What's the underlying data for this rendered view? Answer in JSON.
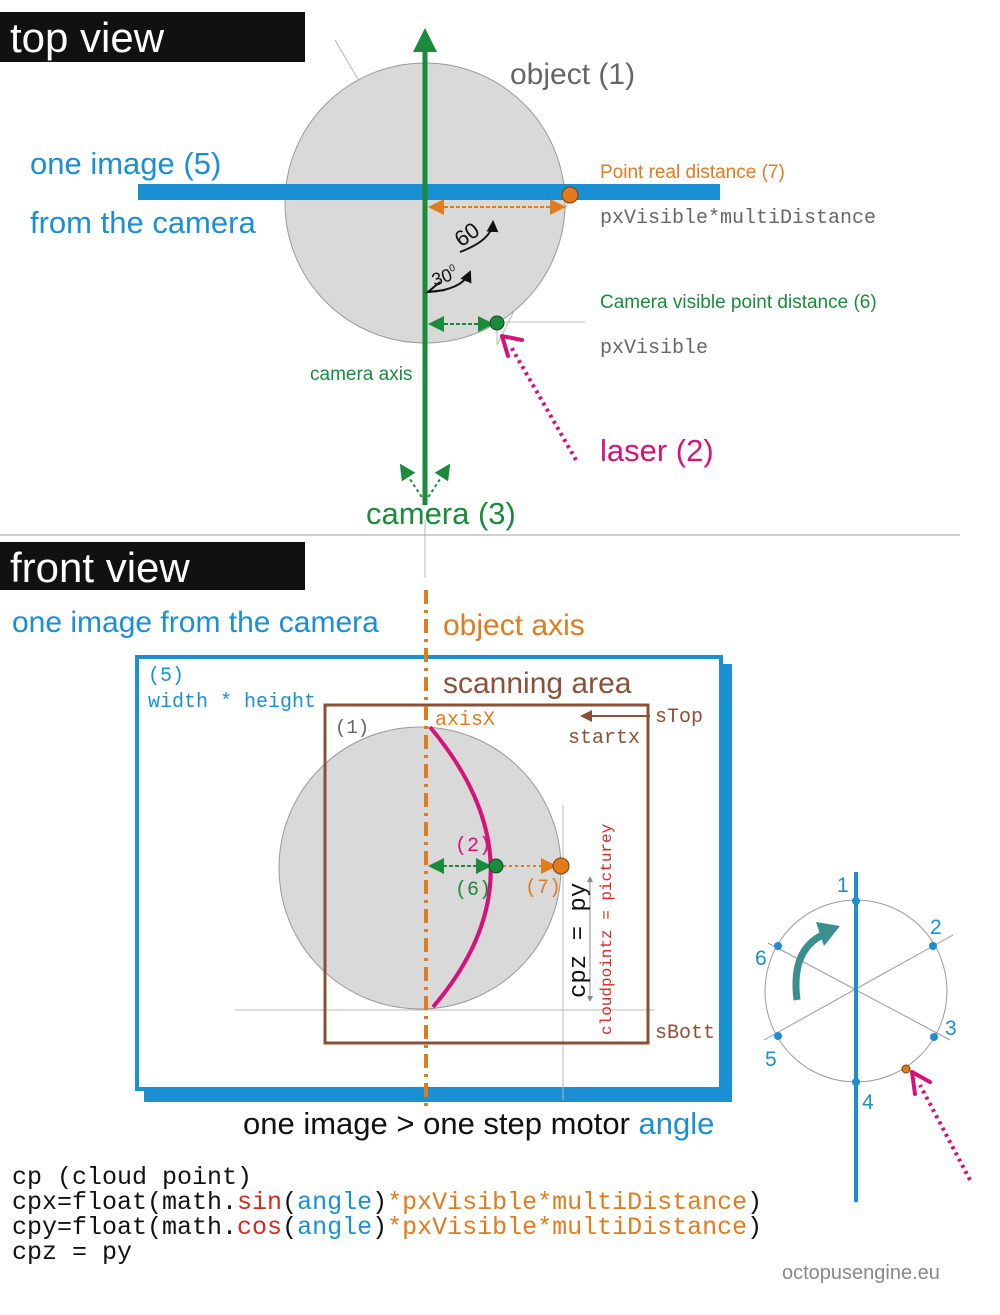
{
  "top_view": {
    "heading": "top view",
    "object_label": "object (1)",
    "image_label_line1": "one image (5)",
    "image_label_line2": "from the camera",
    "point_real_label": "Point real distance (7)",
    "point_real_formula": "pxVisible*multiDistance",
    "angle_60": "60",
    "angle_30": "30",
    "angle_30_sup": "0",
    "camera_visible_label": "Camera visible point distance (6)",
    "camera_visible_var": "pxVisible",
    "camera_axis_label": "camera axis",
    "laser_label": "laser (2)",
    "camera_label": "camera (3)"
  },
  "front_view": {
    "heading": "front view",
    "image_label": "one image from the camera",
    "object_axis_label": "object axis",
    "frame_num": "(5)",
    "frame_dims": "width * height",
    "scanning_area_label": "scanning area",
    "object_num": "(1)",
    "axisx_label": "axisX",
    "stop_label": "sTop",
    "startx_label": "startx",
    "laser_num": "(2)",
    "visible_num": "(6)",
    "real_num": "(7)",
    "cpz_label": "cpz = py",
    "cloudpoint_label": "cloudpointz = picturey",
    "sbott_label": "sBott",
    "caption_part1": "one image > one step motor ",
    "caption_part2": "angle"
  },
  "rotation_inset": {
    "positions": [
      "1",
      "2",
      "3",
      "4",
      "5",
      "6"
    ]
  },
  "code": {
    "line1": "cp (cloud point)",
    "line2_a": "cpx=float(math.",
    "line2_b": "sin",
    "line2_c": "(",
    "line2_d": "angle",
    "line2_e": ")",
    "line2_f": "*pxVisible*multiDistance",
    "line2_g": ")",
    "line3_a": "cpy=float(math.",
    "line3_b": "cos",
    "line3_c": "(",
    "line3_d": "angle",
    "line3_e": ")",
    "line3_f": "*pxVisible*multiDistance",
    "line3_g": ")",
    "line4": "cpz = py"
  },
  "footer": "octopusengine.eu",
  "colors": {
    "image_blue": "#1a8fd4",
    "camera_green": "#1b8a3a",
    "real_orange": "#e07b1e",
    "laser_magenta": "#d6127a",
    "scan_brown": "#8b5038",
    "object_grey": "#d9d9d9"
  }
}
